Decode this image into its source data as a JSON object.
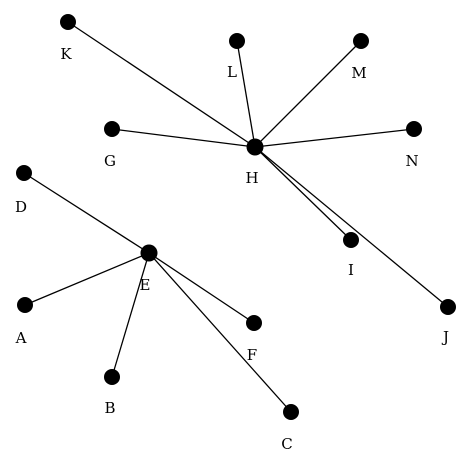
{
  "graph": {
    "nodes": [
      {
        "id": "K",
        "label": "K"
      },
      {
        "id": "L",
        "label": "L"
      },
      {
        "id": "M",
        "label": "M"
      },
      {
        "id": "G",
        "label": "G"
      },
      {
        "id": "H",
        "label": "H"
      },
      {
        "id": "N",
        "label": "N"
      },
      {
        "id": "D",
        "label": "D"
      },
      {
        "id": "I",
        "label": "I"
      },
      {
        "id": "E",
        "label": "E"
      },
      {
        "id": "J",
        "label": "J"
      },
      {
        "id": "A",
        "label": "A"
      },
      {
        "id": "F",
        "label": "F"
      },
      {
        "id": "B",
        "label": "B"
      },
      {
        "id": "C",
        "label": "C"
      }
    ],
    "edges": [
      [
        "H",
        "K"
      ],
      [
        "H",
        "L"
      ],
      [
        "H",
        "M"
      ],
      [
        "H",
        "G"
      ],
      [
        "H",
        "N"
      ],
      [
        "H",
        "I"
      ],
      [
        "H",
        "J"
      ],
      [
        "E",
        "D"
      ],
      [
        "E",
        "A"
      ],
      [
        "E",
        "B"
      ],
      [
        "E",
        "F"
      ],
      [
        "E",
        "C"
      ]
    ],
    "colors": {
      "node": "#000000",
      "edge": "#000000",
      "background": "#ffffff"
    }
  }
}
